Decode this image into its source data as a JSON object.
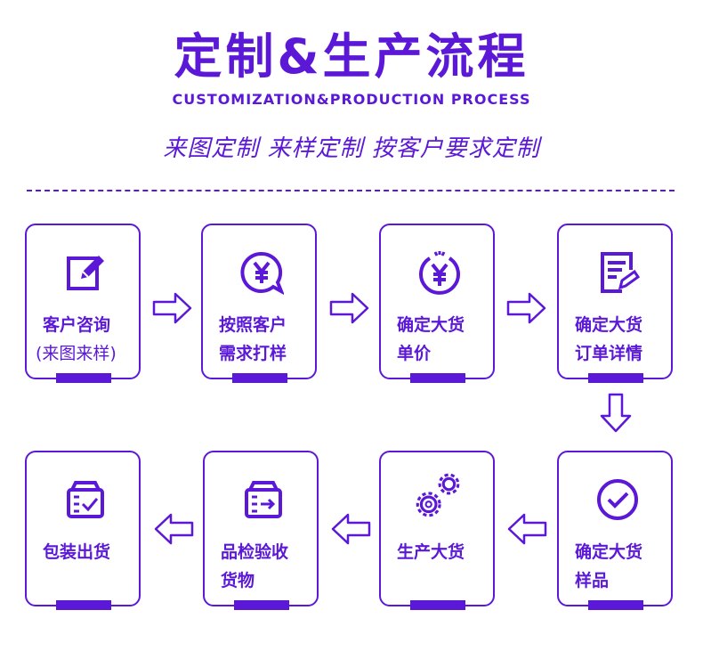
{
  "header": {
    "title": "定制&生产流程",
    "subtitle": "CUSTOMIZATION&PRODUCTION PROCESS",
    "tagline": "来图定制   来样定制   按客户要求定制"
  },
  "steps": [
    {
      "line1": "客户咨询",
      "line2": "(来图来样)",
      "icon": "edit-icon"
    },
    {
      "line1": "按照客户",
      "line2": "需求打样",
      "icon": "yen-chat-icon"
    },
    {
      "line1": "确定大货",
      "line2": "单价",
      "icon": "yen-circle-icon"
    },
    {
      "line1": "确定大货",
      "line2": "订单详情",
      "icon": "order-form-icon"
    },
    {
      "line1": "确定大货",
      "line2": "样品",
      "icon": "check-circle-icon"
    },
    {
      "line1": "生产大货",
      "line2": "",
      "icon": "gears-icon"
    },
    {
      "line1": "品检验收",
      "line2": "货物",
      "icon": "box-arrow-icon"
    },
    {
      "line1": "包装出货",
      "line2": "",
      "icon": "box-check-icon"
    }
  ],
  "colors": {
    "accent": "#5b18d6"
  }
}
